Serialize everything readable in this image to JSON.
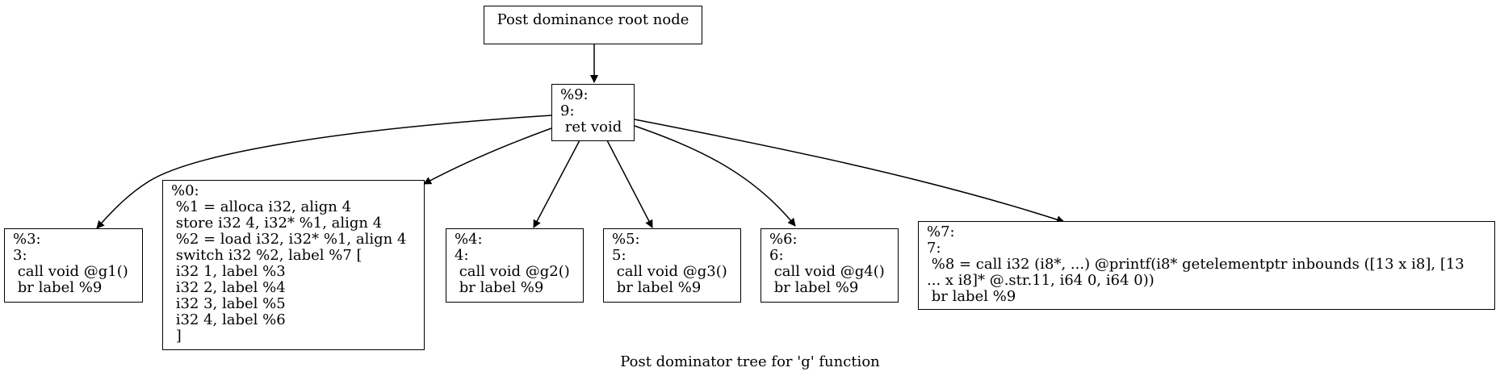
{
  "root": {
    "lines": [
      "Post dominance root node"
    ]
  },
  "n9": {
    "lines": [
      "%9:",
      "9:",
      " ret void"
    ]
  },
  "n3": {
    "lines": [
      "%3:",
      "3:",
      " call void @g1()",
      " br label %9"
    ]
  },
  "n0": {
    "lines": [
      "%0:",
      " %1 = alloca i32, align 4",
      " store i32 4, i32* %1, align 4",
      " %2 = load i32, i32* %1, align 4",
      " switch i32 %2, label %7 [",
      " i32 1, label %3",
      " i32 2, label %4",
      " i32 3, label %5",
      " i32 4, label %6",
      " ]"
    ]
  },
  "n4": {
    "lines": [
      "%4:",
      "4:",
      " call void @g2()",
      " br label %9"
    ]
  },
  "n5": {
    "lines": [
      "%5:",
      "5:",
      " call void @g3()",
      " br label %9"
    ]
  },
  "n6": {
    "lines": [
      "%6:",
      "6:",
      " call void @g4()",
      " br label %9"
    ]
  },
  "n7": {
    "lines": [
      "%7:",
      "7:",
      " %8 = call i32 (i8*, ...) @printf(i8* getelementptr inbounds ([13 x i8], [13",
      "... x i8]* @.str.11, i64 0, i64 0))",
      " br label %9"
    ]
  },
  "caption": "Post dominator tree for 'g' function"
}
